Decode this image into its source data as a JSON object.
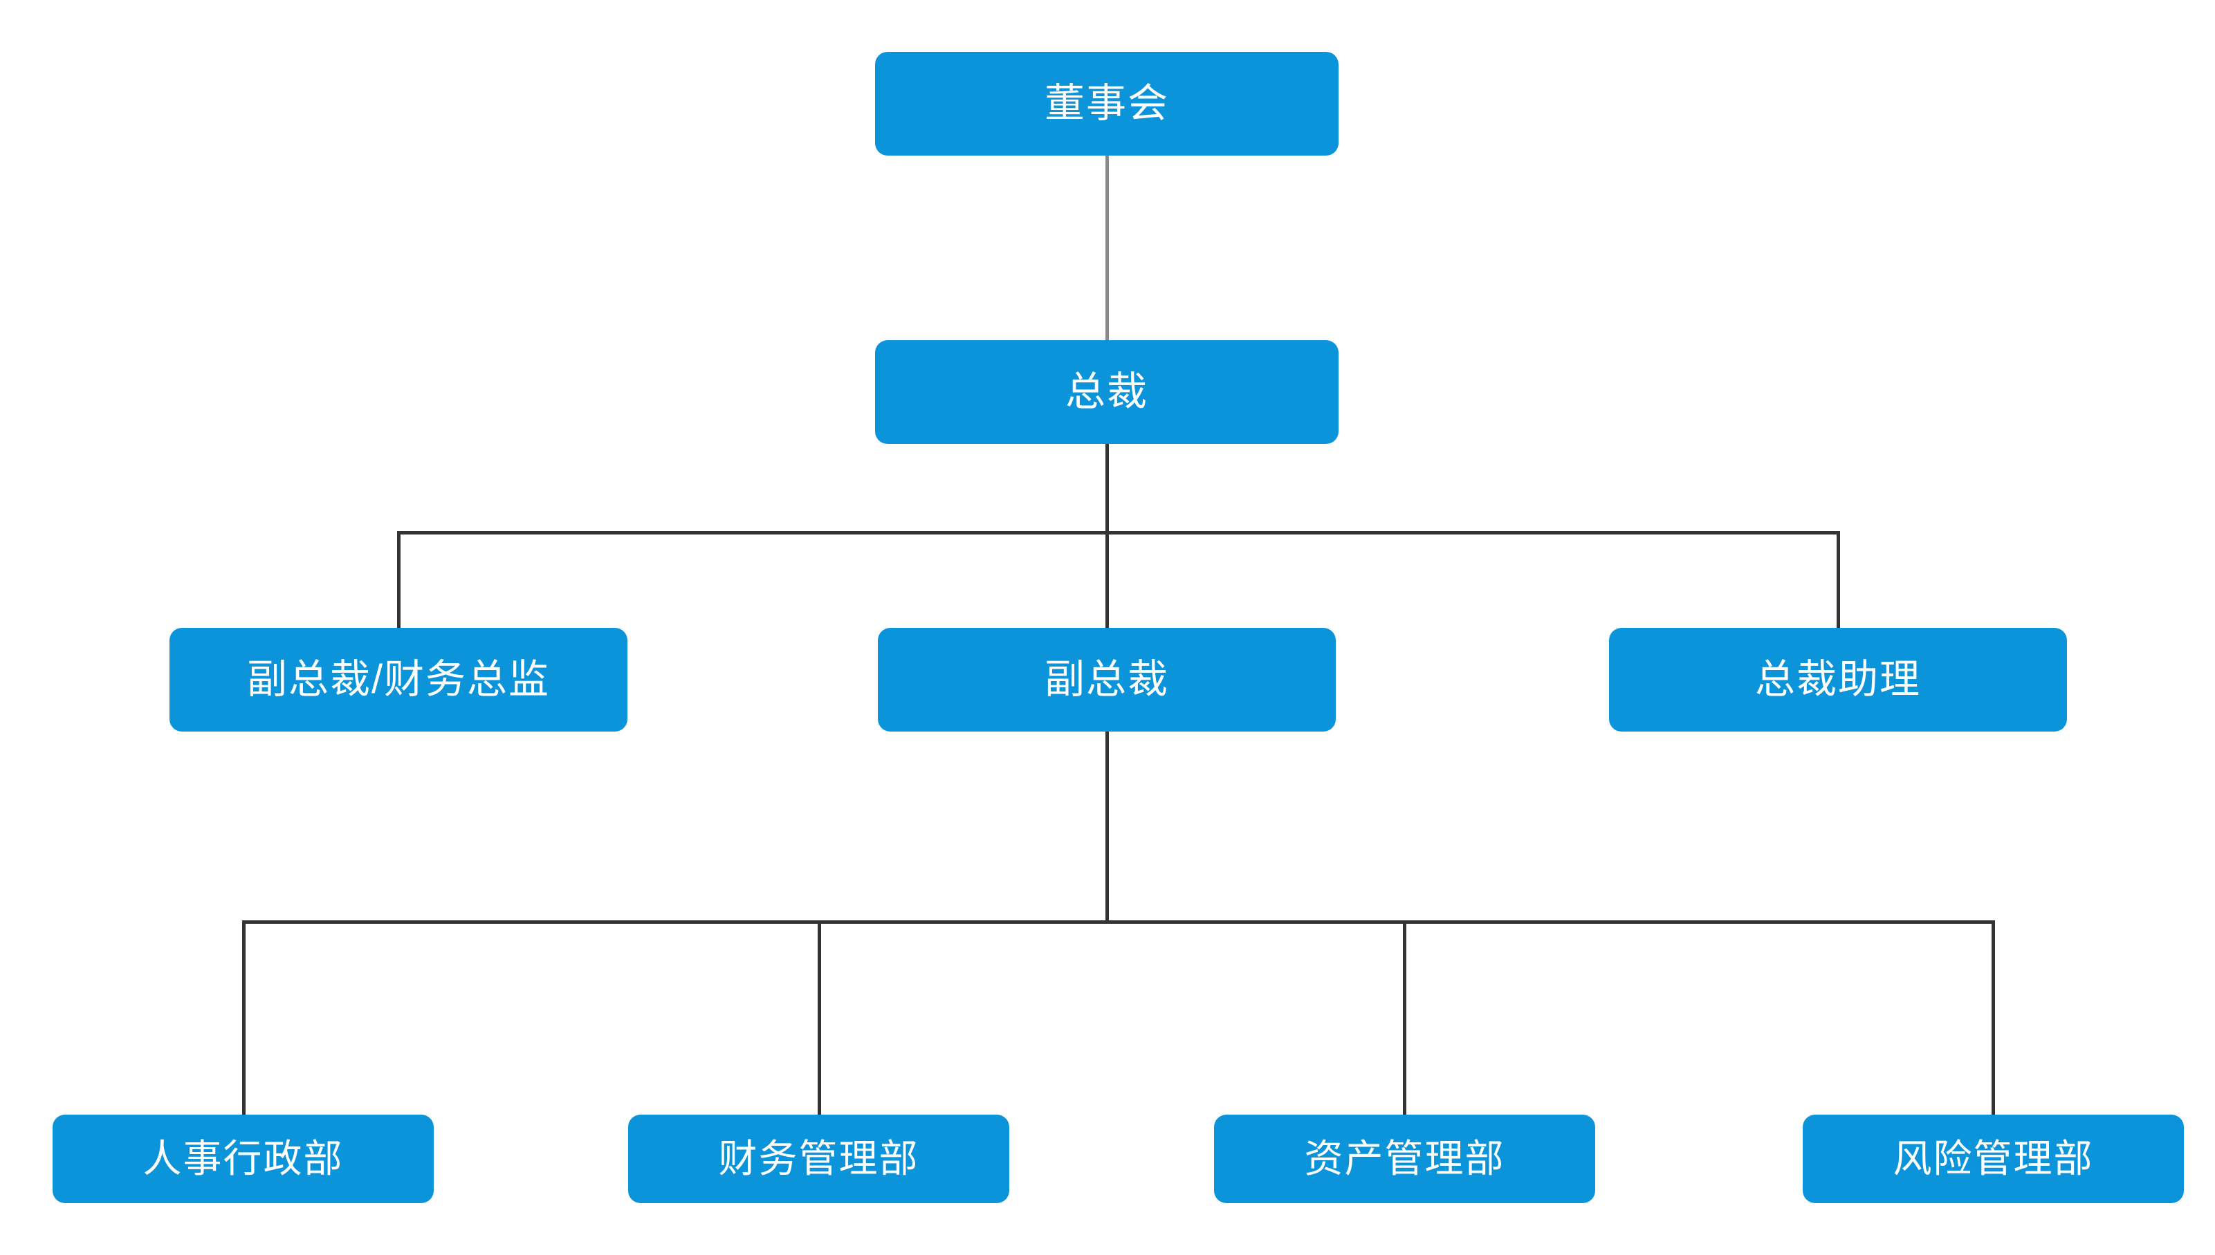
{
  "diagram": {
    "type": "org-chart",
    "nodes": {
      "board": {
        "label": "董事会",
        "level": 1
      },
      "president": {
        "label": "总裁",
        "level": 2
      },
      "vp_cfo": {
        "label": "副总裁/财务总监",
        "level": 3
      },
      "vp": {
        "label": "副总裁",
        "level": 3
      },
      "president_assistant": {
        "label": "总裁助理",
        "level": 3
      },
      "hr_admin_dept": {
        "label": "人事行政部",
        "level": 4
      },
      "finance_dept": {
        "label": "财务管理部",
        "level": 4
      },
      "asset_dept": {
        "label": "资产管理部",
        "level": 4
      },
      "risk_dept": {
        "label": "风险管理部",
        "level": 4
      }
    },
    "edges": [
      {
        "from": "board",
        "to": "president"
      },
      {
        "from": "president",
        "to": "vp_cfo"
      },
      {
        "from": "president",
        "to": "vp"
      },
      {
        "from": "president",
        "to": "president_assistant"
      },
      {
        "from": "vp",
        "to": "hr_admin_dept"
      },
      {
        "from": "vp",
        "to": "finance_dept"
      },
      {
        "from": "vp",
        "to": "asset_dept"
      },
      {
        "from": "vp",
        "to": "risk_dept"
      }
    ],
    "colors": {
      "node_fill": "#0C94DA",
      "node_text": "#FFFFFF",
      "connector_primary": "#333333",
      "connector_secondary": "#8A8A8A",
      "background": "#FFFFFF"
    }
  }
}
